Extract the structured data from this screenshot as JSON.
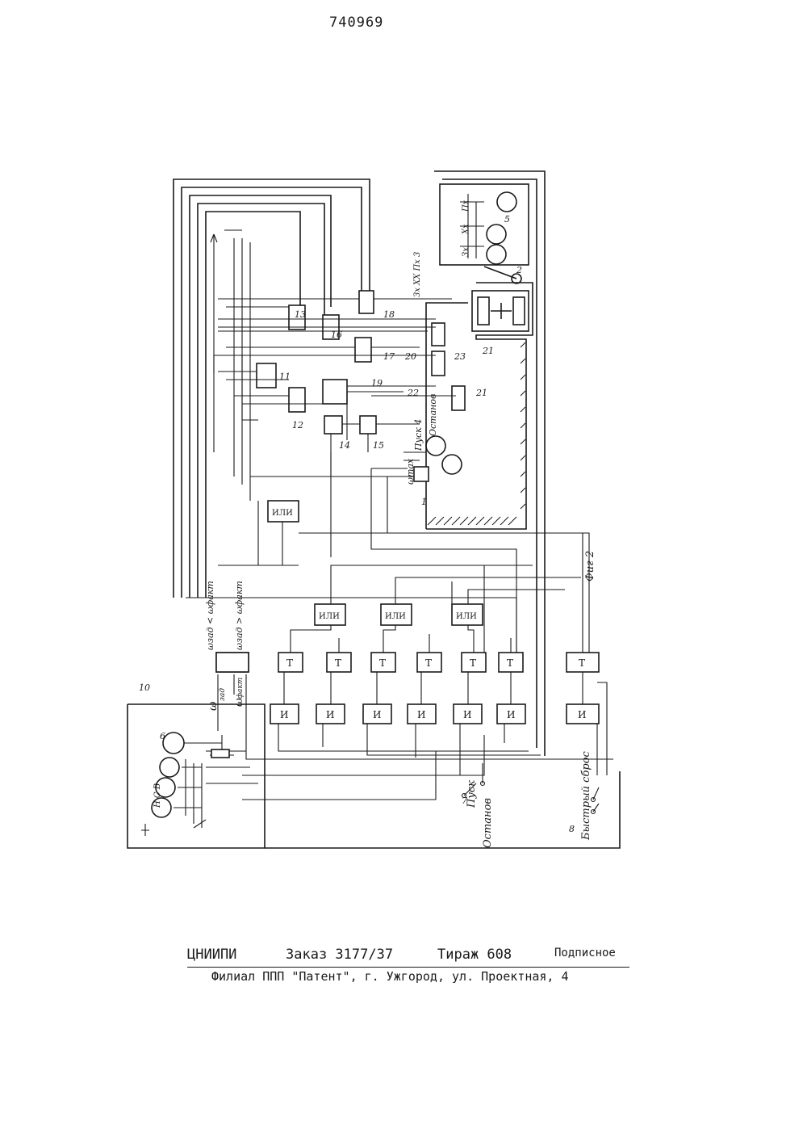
{
  "patent": {
    "number": "740969"
  },
  "figure": {
    "caption": "Фиг 2",
    "blocks": {
      "or_label": "ИЛИ",
      "and_label": "И",
      "trigger_label": "T"
    },
    "labels": {
      "speed_set": "ω",
      "speed_set_sub": "зад",
      "speed_actual": "ω",
      "speed_actual_sub": "факт",
      "cmp_less": "ωзад < ωфакт",
      "cmp_greater": "ωзад > ωфакт",
      "start": "Пуск",
      "stop": "Останов",
      "fast_reset": "Быстрый сброс",
      "start_4": "Пуск 4",
      "stop_4": "Останов",
      "omega_max": "ωmax",
      "ports": "Зх  ХХ  Пх 3",
      "hx": "Хх",
      "px": "Пх",
      "zx": "Зх",
      "letters_nscv": "Н   С   В"
    },
    "numbers": {
      "n1": "1",
      "n2": "2",
      "n5": "5",
      "n6": "6",
      "n7": "7",
      "n8": "8",
      "n10": "10",
      "n11": "11",
      "n12": "12",
      "n13": "13",
      "n14": "14",
      "n15": "15",
      "n16": "16",
      "n17": "17",
      "n18": "18",
      "n19": "19",
      "n20": "20",
      "n21": "21",
      "n21b": "21",
      "n22": "22",
      "n23": "23"
    }
  },
  "footer": {
    "org": "ЦНИИПИ",
    "order": "Заказ 3177/37",
    "circulation": "Тираж 608",
    "subscription": "Подписное",
    "branch": "Филиал ППП \"Патент\", г. Ужгород, ул. Проектная, 4"
  }
}
